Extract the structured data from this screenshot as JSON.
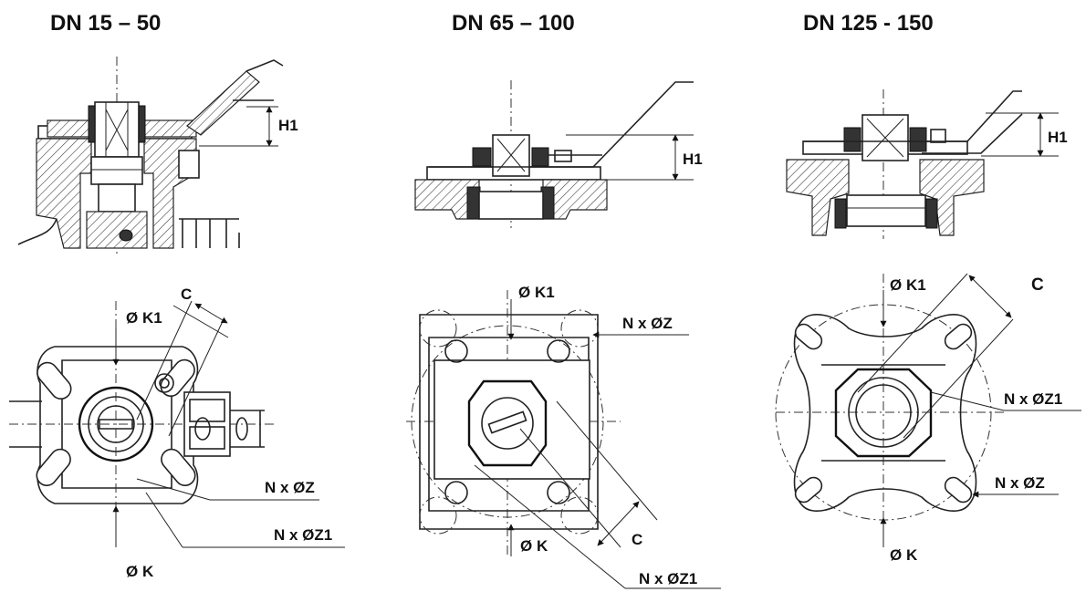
{
  "sections": [
    {
      "title": "DN 15 – 50",
      "labels": {
        "h1": "H1",
        "c": "C",
        "k1": "Ø K1",
        "k": "Ø K",
        "nz": "N x ØZ",
        "nz1": "N x ØZ1"
      }
    },
    {
      "title": "DN 65 – 100",
      "labels": {
        "h1": "H1",
        "c": "C",
        "k1": "Ø K1",
        "k": "Ø K",
        "nz": "N x ØZ",
        "nz1": "N x ØZ1"
      }
    },
    {
      "title": "DN 125 - 150",
      "labels": {
        "h1": "H1",
        "c": "C",
        "k1": "Ø K1",
        "k": "Ø K",
        "nz": "N x ØZ",
        "nz1": "N x ØZ1"
      }
    }
  ]
}
